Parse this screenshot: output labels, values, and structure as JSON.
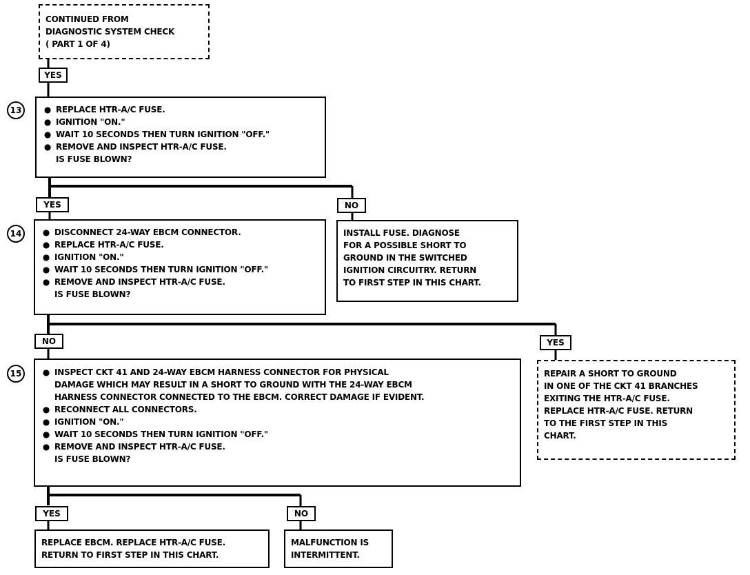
{
  "start": {
    "lines": [
      "CONTINUED FROM",
      "DIAGNOSTIC SYSTEM CHECK",
      "( PART 1 OF 4)"
    ]
  },
  "labels": {
    "yes_top": "YES",
    "yes_13": "YES",
    "no_13": "NO",
    "no_14": "NO",
    "yes_14": "YES",
    "yes_15": "YES",
    "no_15": "NO"
  },
  "step13": {
    "number": "13",
    "bullets": [
      "REPLACE HTR-A/C FUSE.",
      "IGNITION \"ON.\"",
      "WAIT 10 SECONDS THEN TURN IGNITION \"OFF.\"",
      "REMOVE AND INSPECT HTR-A/C FUSE."
    ],
    "question": "IS FUSE BLOWN?"
  },
  "step14": {
    "number": "14",
    "bullets": [
      "DISCONNECT 24-WAY EBCM CONNECTOR.",
      "REPLACE HTR-A/C FUSE.",
      "IGNITION \"ON.\"",
      "WAIT 10 SECONDS THEN TURN IGNITION \"OFF.\"",
      "REMOVE AND INSPECT HTR-A/C FUSE."
    ],
    "question": "IS FUSE BLOWN?"
  },
  "install_fuse": {
    "lines": [
      "INSTALL FUSE.  DIAGNOSE",
      "FOR A POSSIBLE SHORT TO",
      "GROUND IN THE SWITCHED",
      "IGNITION CIRCUITRY.  RETURN",
      "TO FIRST STEP IN THIS CHART."
    ]
  },
  "step15": {
    "number": "15",
    "bullet1_lines": [
      "INSPECT CKT 41 AND 24-WAY EBCM HARNESS CONNECTOR FOR PHYSICAL",
      "DAMAGE WHICH MAY RESULT IN A SHORT TO GROUND WITH THE 24-WAY EBCM",
      "HARNESS CONNECTOR CONNECTED TO THE EBCM.  CORRECT DAMAGE IF EVIDENT."
    ],
    "bullets": [
      "RECONNECT ALL CONNECTORS.",
      "IGNITION \"ON.\"",
      "WAIT 10 SECONDS THEN TURN IGNITION \"OFF.\"",
      "REMOVE AND INSPECT HTR-A/C FUSE."
    ],
    "question": "IS FUSE BLOWN?"
  },
  "repair_short": {
    "lines": [
      "REPAIR  A SHORT TO GROUND",
      "IN ONE OF  THE CKT 41 BRANCHES",
      "EXITING  THE HTR-A/C FUSE.",
      "REPLACE HTR-A/C FUSE.  RETURN",
      "TO THE  FIRST STEP IN THIS",
      "CHART."
    ]
  },
  "replace_ebcm": {
    "lines": [
      "REPLACE EBCM.  REPLACE HTR-A/C FUSE.",
      "RETURN TO FIRST STEP IN THIS CHART."
    ]
  },
  "malfunction": {
    "lines": [
      "MALFUNCTION IS",
      "INTERMITTENT."
    ]
  }
}
